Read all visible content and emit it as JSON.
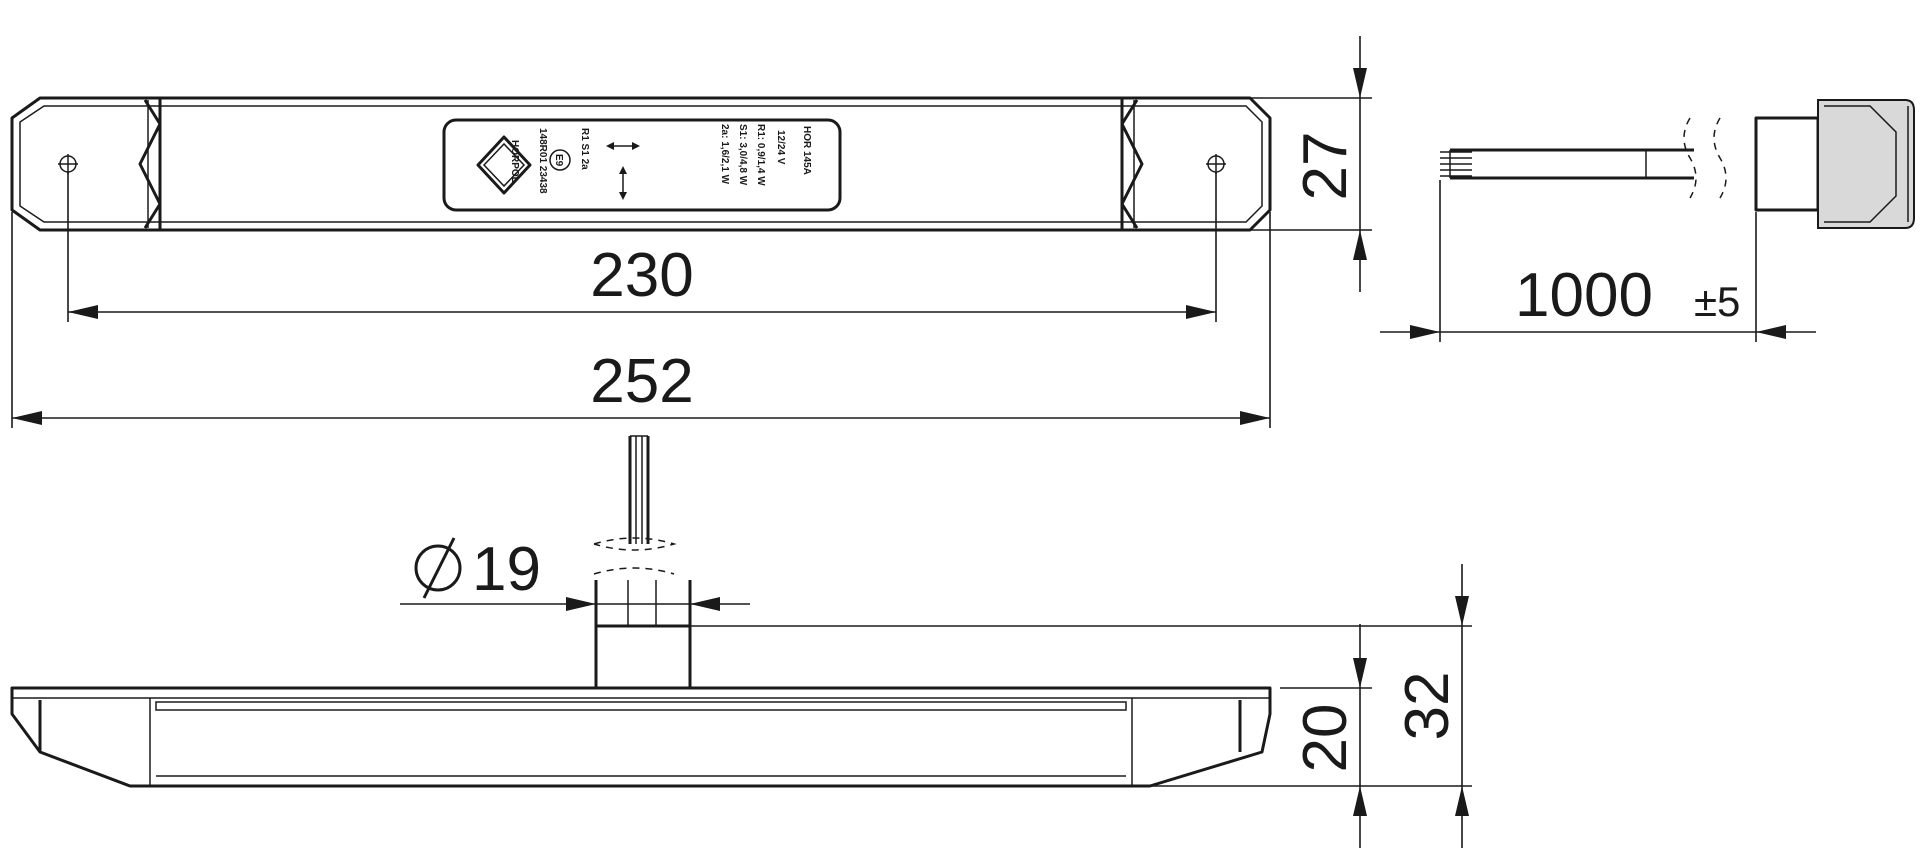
{
  "dimensions": {
    "hole_spacing": "230",
    "overall_length": "252",
    "width": "27",
    "cable_length": "1000",
    "cable_tolerance": "±5",
    "diameter_symbol": "⌀",
    "diameter_value": "19",
    "body_height": "20",
    "total_height": "32"
  },
  "label_plate": {
    "model": "HOR 145A",
    "voltage": "12/24 V",
    "r1": "R1: 0,9/1,4 W",
    "s1": "S1: 3,0/4,8 W",
    "side": "2a: 1,6/2,1 W",
    "codes": "R1  S1  2a",
    "mark": "E9",
    "approval": "148R01 23438",
    "brand": "HORPOL"
  },
  "colors": {
    "line": "#1a1a1a",
    "connector_shade": "#d9d9d9"
  }
}
